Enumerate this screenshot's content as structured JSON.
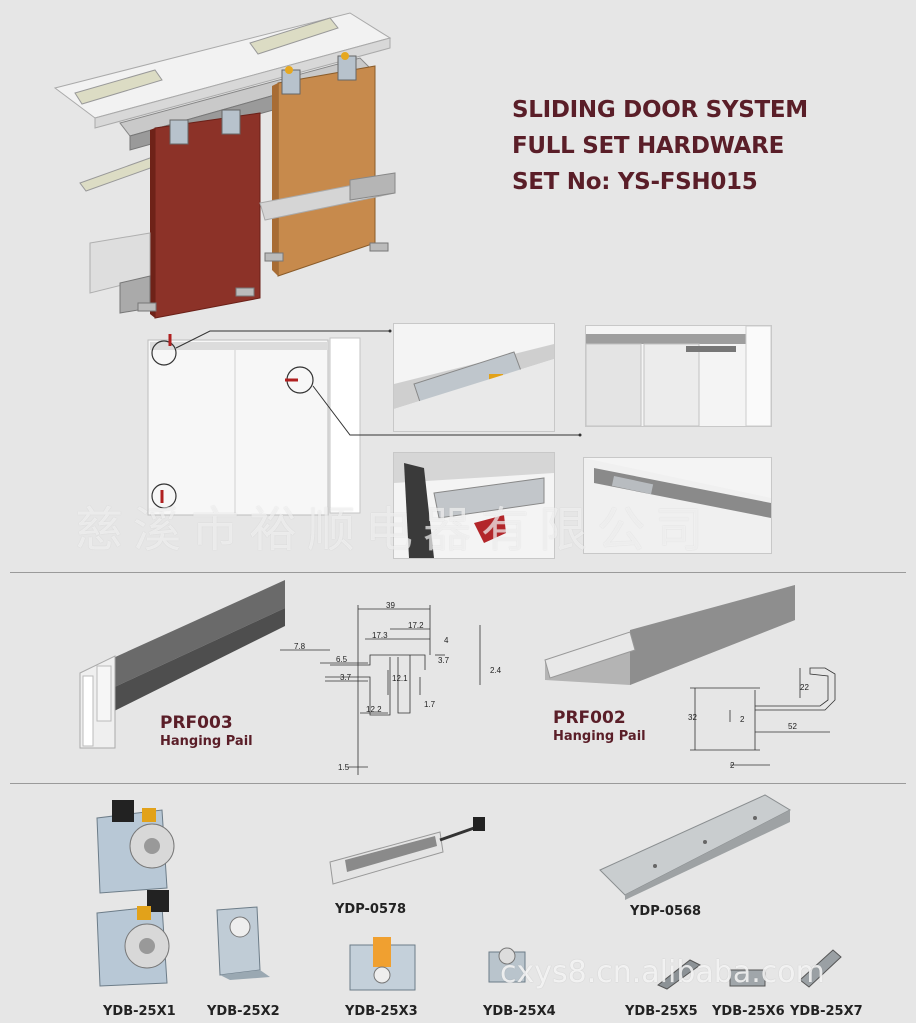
{
  "header": {
    "title_line1": "SLIDING DOOR SYSTEM",
    "title_line2": "FULL SET HARDWARE",
    "title_line3": "SET No: YS-FSH015"
  },
  "watermark": {
    "company": "慈溪市裕顺电器有限公司",
    "site": "cxys8.cn.alibaba.com"
  },
  "profiles": [
    {
      "code": "PRF003",
      "name": "Hanging Pail",
      "dims": [
        "39",
        "17.3",
        "17.2",
        "7.8",
        "6.5",
        "3.7",
        "12.1",
        "12.2",
        "1.5",
        "1.7",
        "3.7",
        "2.4",
        "4"
      ]
    },
    {
      "code": "PRF002",
      "name": "Hanging Pail",
      "dims": [
        "22",
        "32",
        "2",
        "52",
        "2"
      ]
    }
  ],
  "parts": [
    {
      "code": "YDB-25X1"
    },
    {
      "code": "YDB-25X2"
    },
    {
      "code": "YDP-0578"
    },
    {
      "code": "YDB-25X3"
    },
    {
      "code": "YDB-25X4"
    },
    {
      "code": "YDP-0568"
    },
    {
      "code": "YDB-25X5"
    },
    {
      "code": "YDB-25X6"
    },
    {
      "code": "YDB-25X7"
    }
  ]
}
